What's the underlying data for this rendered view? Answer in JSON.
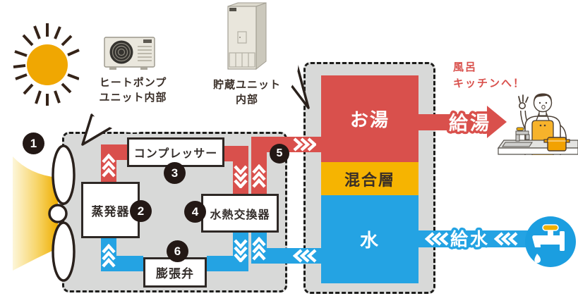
{
  "bubbles": [
    {
      "label_lines": [
        "ヒートポンプ",
        "ユニット内部"
      ],
      "icon": "heat-pump-outdoor-unit-icon"
    },
    {
      "label_lines": [
        "貯蔵ユニット",
        "内部"
      ],
      "icon": "storage-tank-unit-icon"
    }
  ],
  "heat_pump_unit": {
    "components": {
      "compressor": "コンプレッサー",
      "evaporator": "蒸発器",
      "heat_exchanger": "水熱交換器",
      "expansion_valve": "膨張弁"
    }
  },
  "storage_unit": {
    "layers": {
      "hot": "お湯",
      "mixed": "混合層",
      "cold": "水"
    }
  },
  "steps": [
    "1",
    "2",
    "3",
    "4",
    "5",
    "6"
  ],
  "outputs": {
    "hot_supply_label": "給湯",
    "cold_supply_label": "給水",
    "destination_lines": [
      "風呂",
      "キッチンへ！"
    ]
  },
  "icons": [
    "sun-icon",
    "fan-icon",
    "heat-pump-outdoor-unit-icon",
    "storage-tank-unit-icon",
    "faucet-icon",
    "water-drop-icon",
    "kitchen-person-illustration",
    "flow-chevrons-icon"
  ],
  "colors": {
    "hot_red": "#d9504c",
    "cold_blue": "#24a3e3",
    "mixed_yellow": "#f6b401",
    "panel_gray": "#d8d9d8",
    "badge_black": "#231815",
    "sun_gold": "#f0a702",
    "apron_orange": "#f2a202"
  }
}
